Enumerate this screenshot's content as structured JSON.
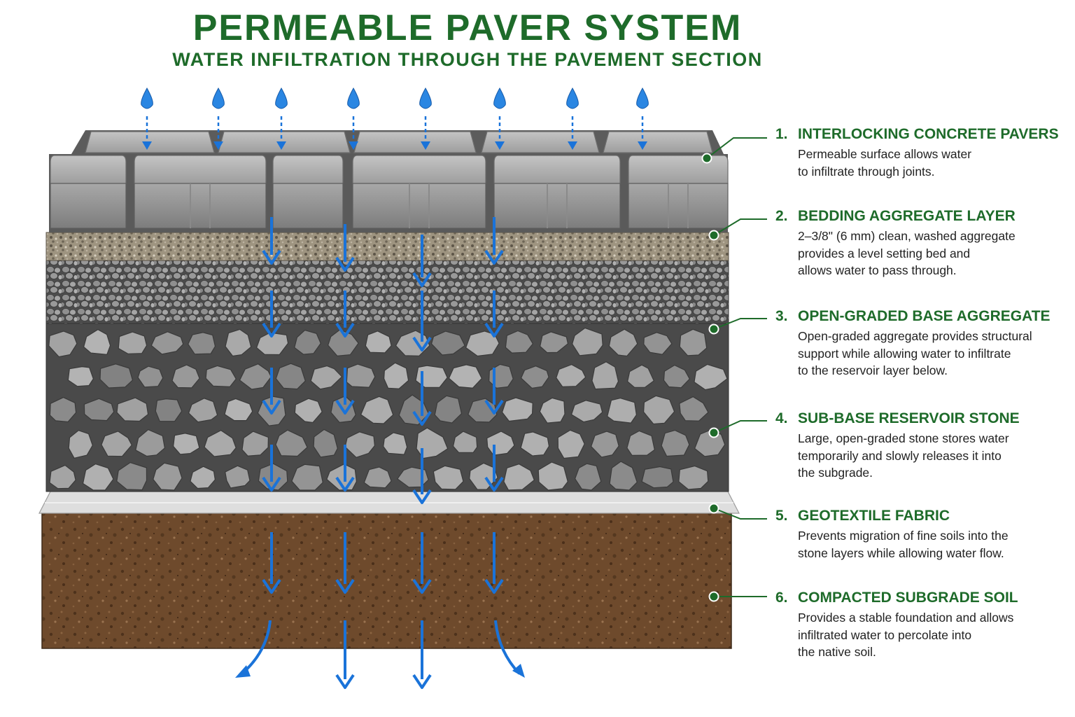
{
  "header": {
    "title": "PERMEABLE PAVER SYSTEM",
    "subtitle": "WATER INFILTRATION THROUGH THE PAVEMENT SECTION"
  },
  "colors": {
    "title_green": "#1e6b2a",
    "water_blue": "#1a73d9",
    "paver_gray": "#8e8e8e",
    "soil_brown": "#6e4a2c",
    "geotextile": "#d9d9d9"
  },
  "layers": [
    {
      "number": "1.",
      "title": "INTERLOCKING CONCRETE PAVERS",
      "description": [
        "Permeable surface allows water",
        "to infiltrate through joints."
      ]
    },
    {
      "number": "2.",
      "title": "BEDDING AGGREGATE LAYER",
      "description": [
        "2–3/8\" (6 mm) clean, washed aggregate",
        "provides a level setting bed and",
        "allows water to pass through."
      ]
    },
    {
      "number": "3.",
      "title": "OPEN-GRADED BASE AGGREGATE",
      "description": [
        "Open-graded aggregate provides structural",
        "support while allowing water to infiltrate",
        "to the reservoir layer below."
      ]
    },
    {
      "number": "4.",
      "title": "SUB-BASE RESERVOIR STONE",
      "description": [
        "Large, open-graded stone stores water",
        "temporarily and slowly releases it into",
        "the subgrade."
      ]
    },
    {
      "number": "5.",
      "title": "GEOTEXTILE FABRIC",
      "description": [
        "Prevents migration of fine soils into the",
        "stone layers while allowing water flow."
      ]
    },
    {
      "number": "6.",
      "title": "COMPACTED SUBGRADE SOIL",
      "description": [
        "Provides a stable foundation and allows",
        "infiltrated water to percolate into",
        "the native soil."
      ]
    }
  ],
  "icons": {
    "raindrop": "raindrop-icon",
    "flow_arrow": "water-flow-arrow-icon",
    "leader_dot": "leader-dot-icon"
  }
}
